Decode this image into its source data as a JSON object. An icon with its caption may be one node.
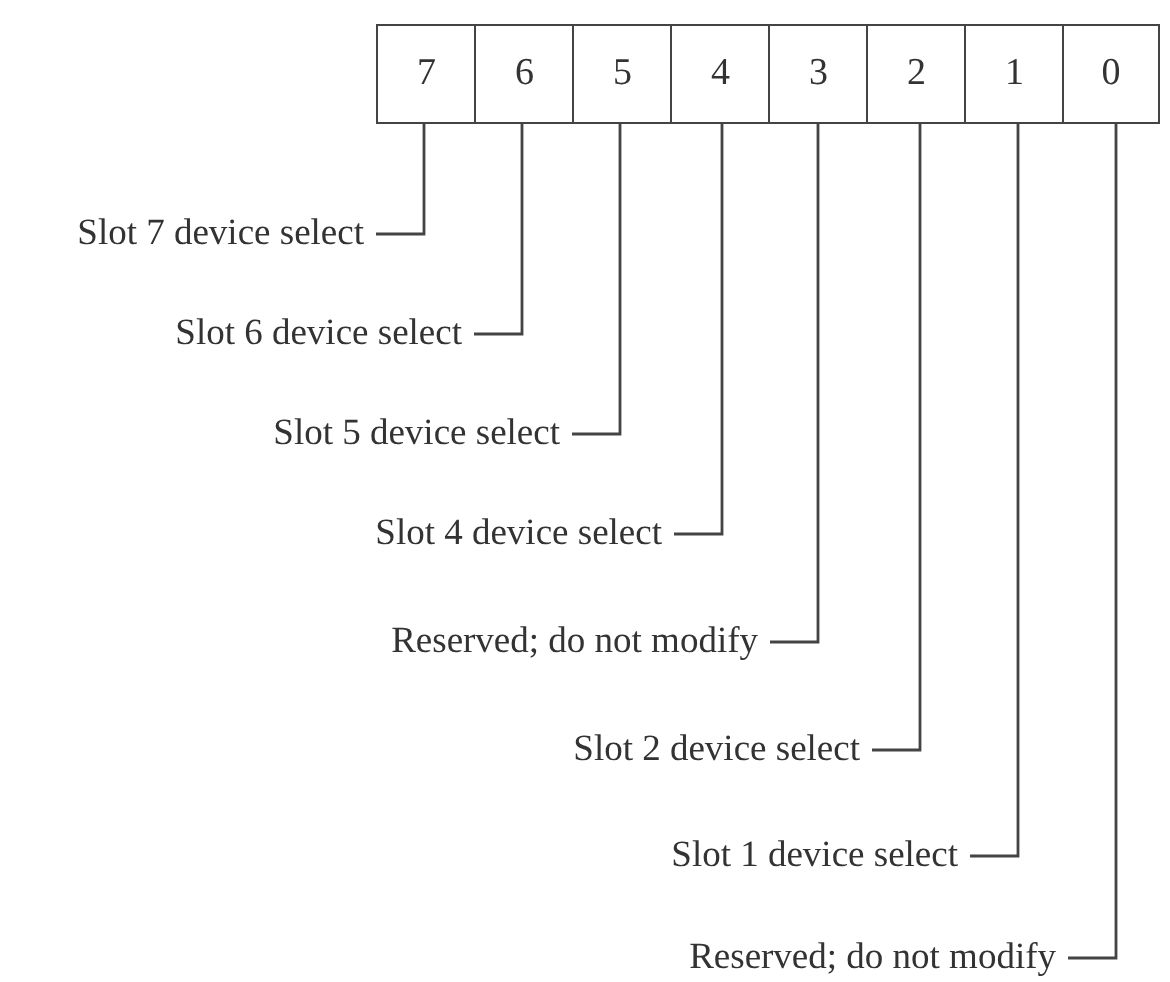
{
  "diagram": {
    "nodes": [
      {
        "text": [
          "7"
        ]
      },
      {
        "text": [
          "6"
        ]
      },
      {
        "text": [
          "5"
        ]
      },
      {
        "text": [
          "4"
        ]
      },
      {
        "text": [
          "3"
        ]
      },
      {
        "text": [
          "2"
        ]
      },
      {
        "text": [
          "1"
        ]
      },
      {
        "text": [
          "0"
        ]
      },
      {
        "text": [
          "Slot 7 device select"
        ]
      },
      {
        "text": [
          "Slot 6 device select"
        ]
      },
      {
        "text": [
          "Slot 5 device select"
        ]
      },
      {
        "text": [
          "Slot 4 device select"
        ]
      },
      {
        "text": [
          "Reserved; do not modify"
        ]
      },
      {
        "text": [
          "Slot 2 device select"
        ]
      },
      {
        "text": [
          "Slot 1 device select"
        ]
      },
      {
        "text": [
          "Reserved; do not modify"
        ]
      }
    ],
    "edges": [
      {
        "from": 8,
        "to": 0,
        "arrow": "none"
      },
      {
        "from": 9,
        "to": 1,
        "arrow": "none"
      },
      {
        "from": 10,
        "to": 2,
        "arrow": "none"
      },
      {
        "from": 11,
        "to": 3,
        "arrow": "none"
      },
      {
        "from": 12,
        "to": 4,
        "arrow": "none"
      },
      {
        "from": 13,
        "to": 5,
        "arrow": "none"
      },
      {
        "from": 14,
        "to": 6,
        "arrow": "none"
      },
      {
        "from": 15,
        "to": 7,
        "arrow": "none"
      }
    ]
  }
}
